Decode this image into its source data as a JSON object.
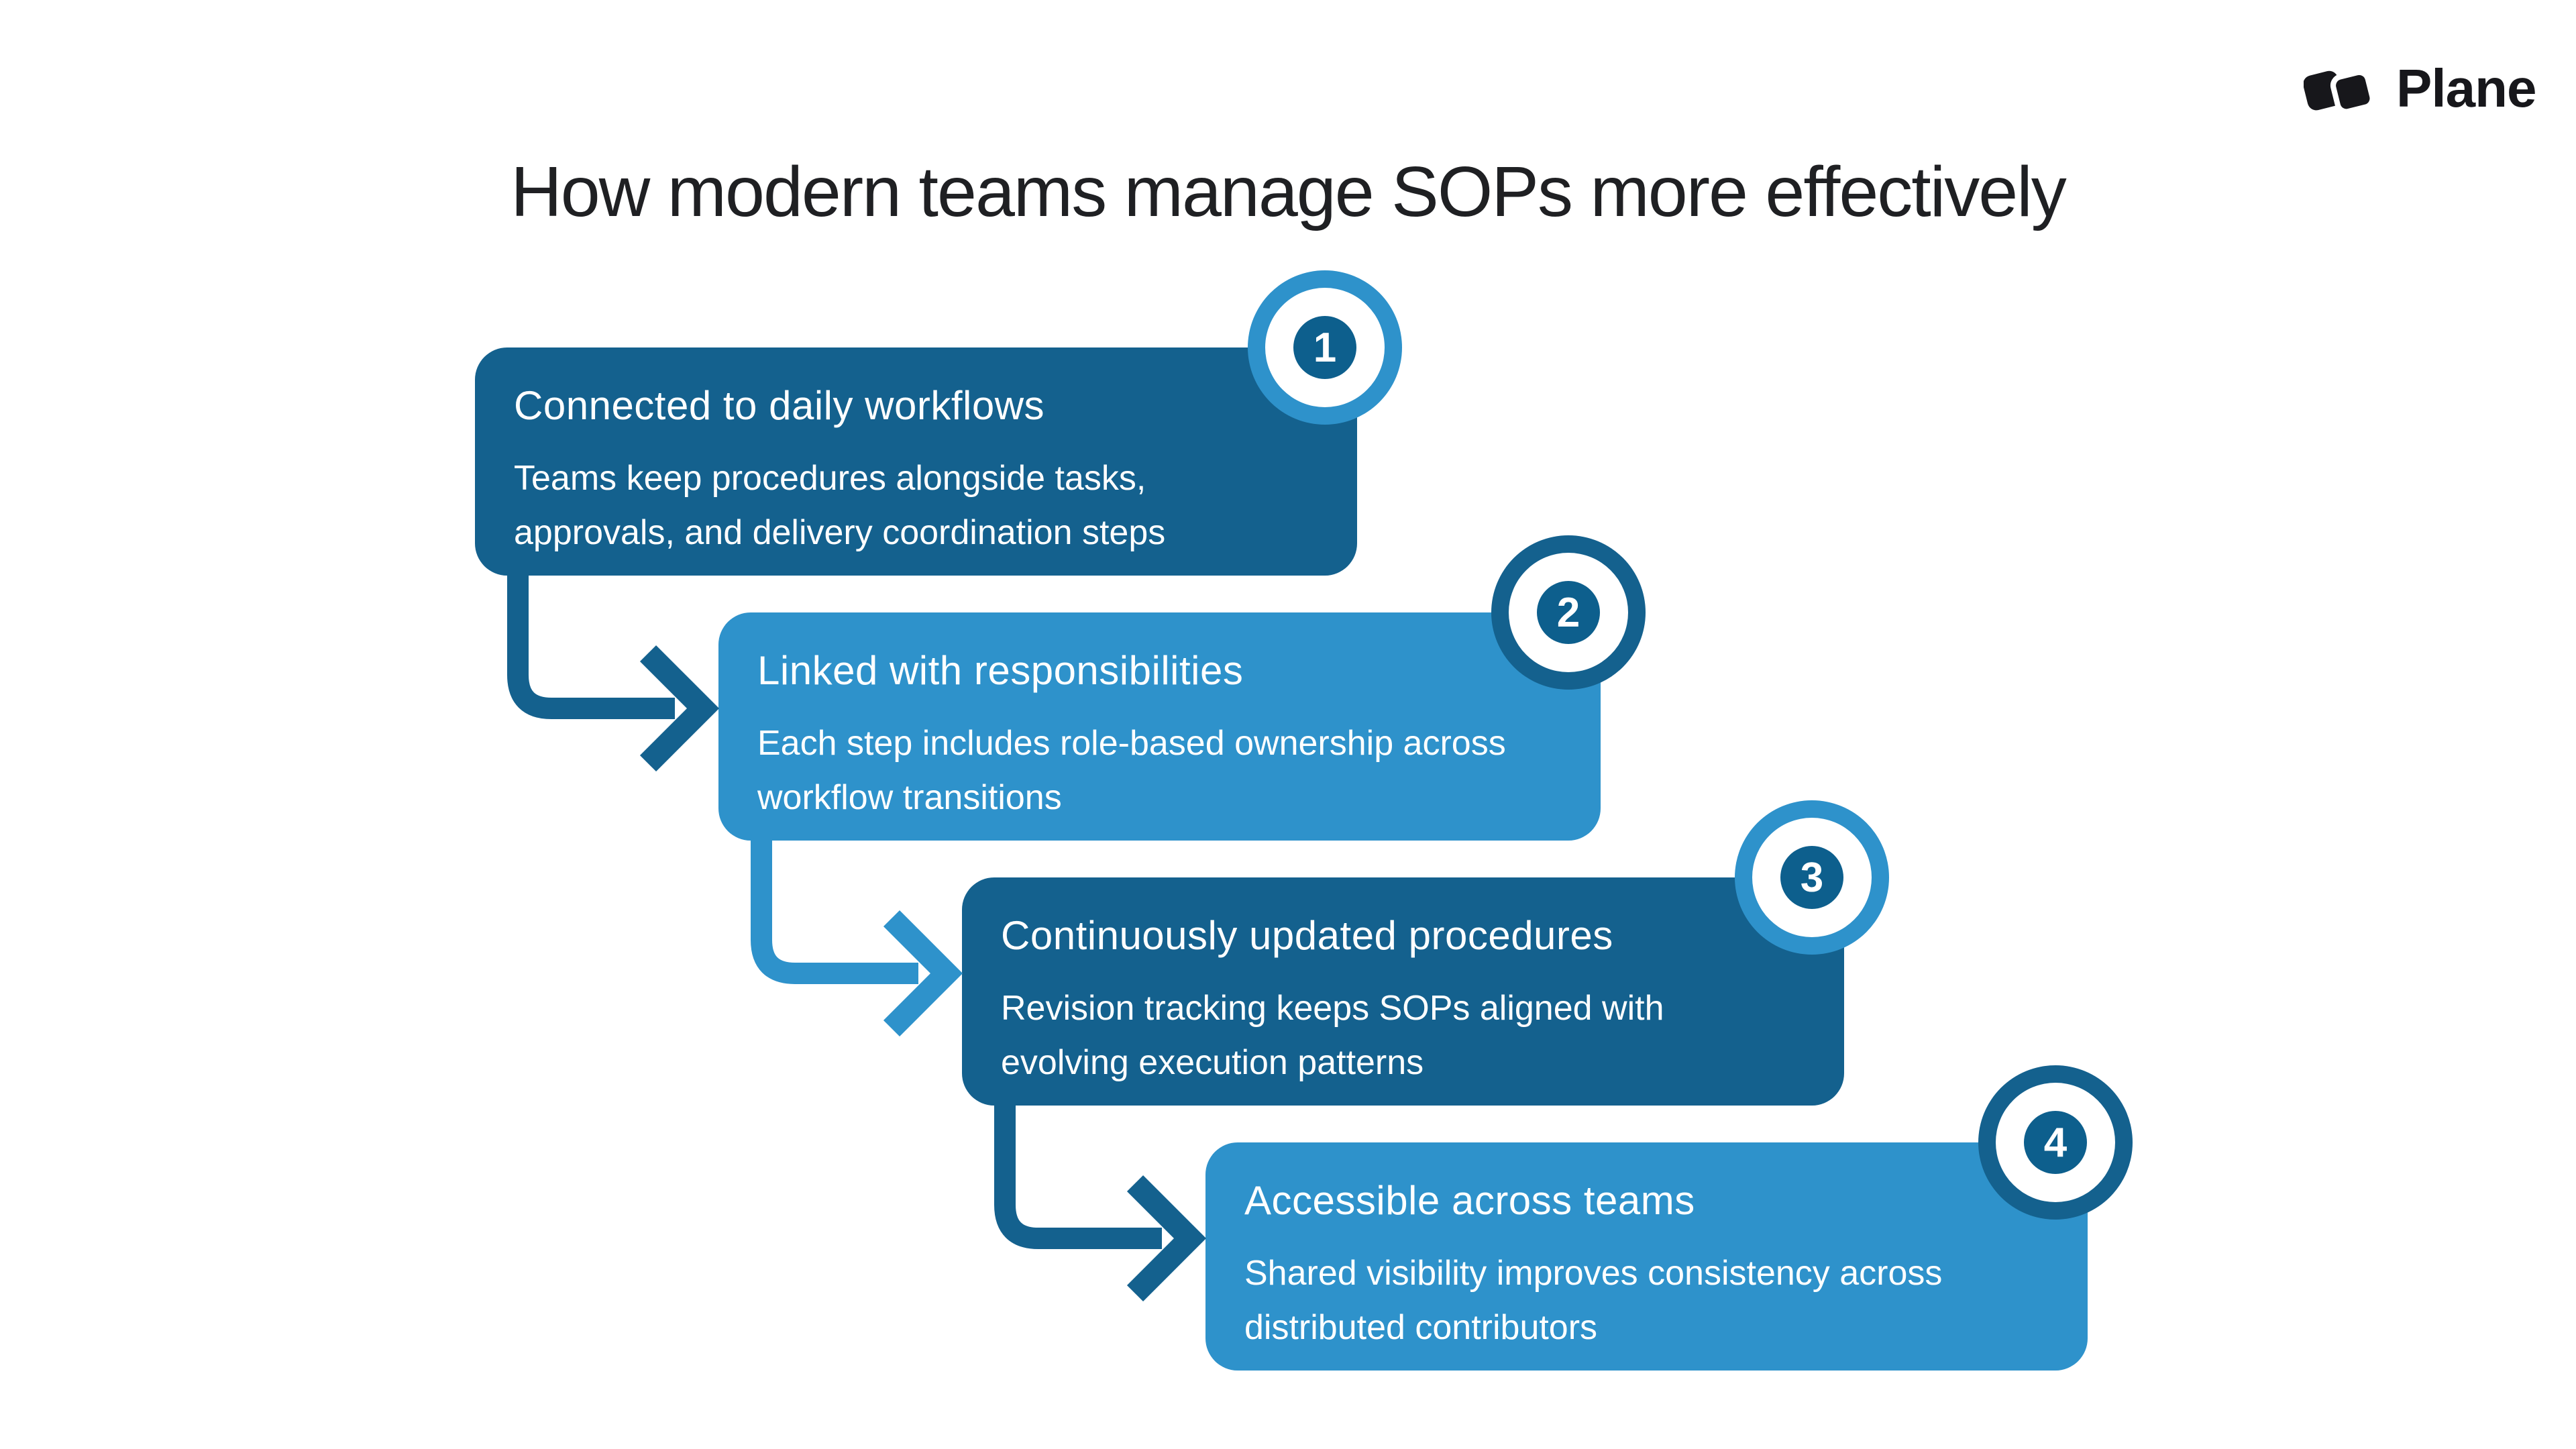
{
  "logo": {
    "brand": "Plane"
  },
  "title": "How modern teams manage SOPs more effectively",
  "steps": [
    {
      "number": "1",
      "heading": "Connected to daily workflows",
      "description": "Teams keep procedures alongside tasks, approvals, and delivery coordination steps",
      "variant": "dark"
    },
    {
      "number": "2",
      "heading": "Linked with responsibilities",
      "description": "Each step includes role-based ownership across workflow transitions",
      "variant": "light"
    },
    {
      "number": "3",
      "heading": "Continuously updated procedures",
      "description": "Revision tracking keeps SOPs aligned with evolving execution patterns",
      "variant": "dark"
    },
    {
      "number": "4",
      "heading": "Accessible across teams",
      "description": "Shared visibility improves consistency across distributed contributors",
      "variant": "light"
    }
  ],
  "colors": {
    "dark": "#14618E",
    "light": "#2E92CB",
    "badgeInner": "#0D5F8D",
    "titleColor": "#1F2023",
    "cardText": "#FFFFFF",
    "background": "#FFFFFF"
  }
}
